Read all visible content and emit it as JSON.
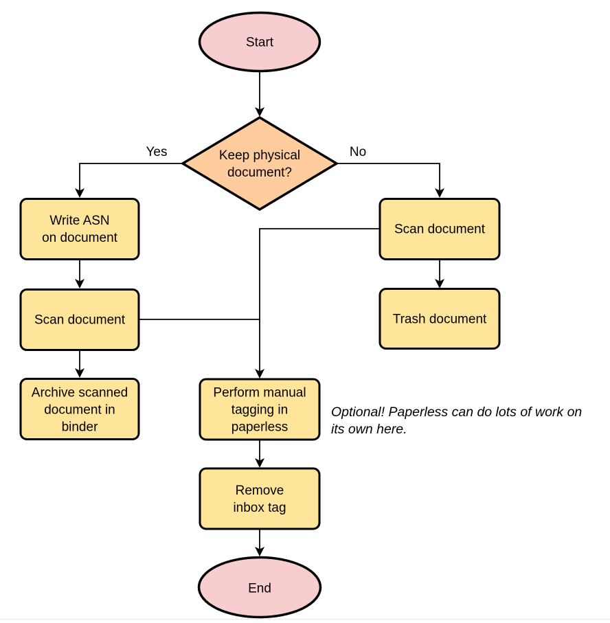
{
  "diagram": {
    "nodes": {
      "start": {
        "label": "Start",
        "type": "terminator"
      },
      "decision": {
        "label": "Keep physical\ndocument?",
        "type": "decision"
      },
      "write_asn": {
        "label": "Write ASN\non document",
        "type": "process"
      },
      "scan_left": {
        "label": "Scan document",
        "type": "process"
      },
      "archive": {
        "label": "Archive scanned\ndocument in\nbinder",
        "type": "process"
      },
      "scan_right": {
        "label": "Scan document",
        "type": "process"
      },
      "trash": {
        "label": "Trash document",
        "type": "process"
      },
      "perform_tagging": {
        "label": "Perform manual\ntagging in\npaperless",
        "type": "process"
      },
      "remove_inbox": {
        "label": "Remove\ninbox tag",
        "type": "process"
      },
      "end": {
        "label": "End",
        "type": "terminator"
      }
    },
    "edge_labels": {
      "yes": "Yes",
      "no": "No"
    },
    "annotation": "Optional! Paperless can do lots of work on\nits own here.",
    "colors": {
      "terminator_fill": "#f8cdd0",
      "decision_fill": "#fecc9d",
      "process_fill": "#ffe59a",
      "stroke": "#000000",
      "text": "#000000",
      "divider": "#e7ebee"
    }
  }
}
